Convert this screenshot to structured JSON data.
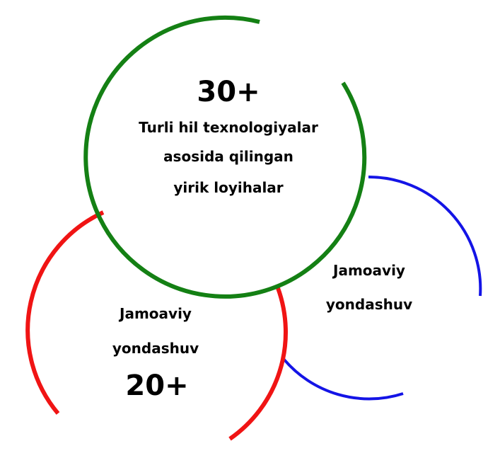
{
  "colors": {
    "green": "#148014",
    "red": "#f01414",
    "blue": "#1414e6"
  },
  "green_circle": {
    "number": "30+",
    "lines": [
      "Turli hil texnologiyalar",
      "asosida qilingan",
      "yirik loyihalar"
    ]
  },
  "blue_circle": {
    "lines": [
      "Jamoaviy",
      "yondashuv"
    ]
  },
  "red_circle": {
    "lines": [
      "Jamoaviy",
      "yondashuv"
    ],
    "number": "20+"
  }
}
